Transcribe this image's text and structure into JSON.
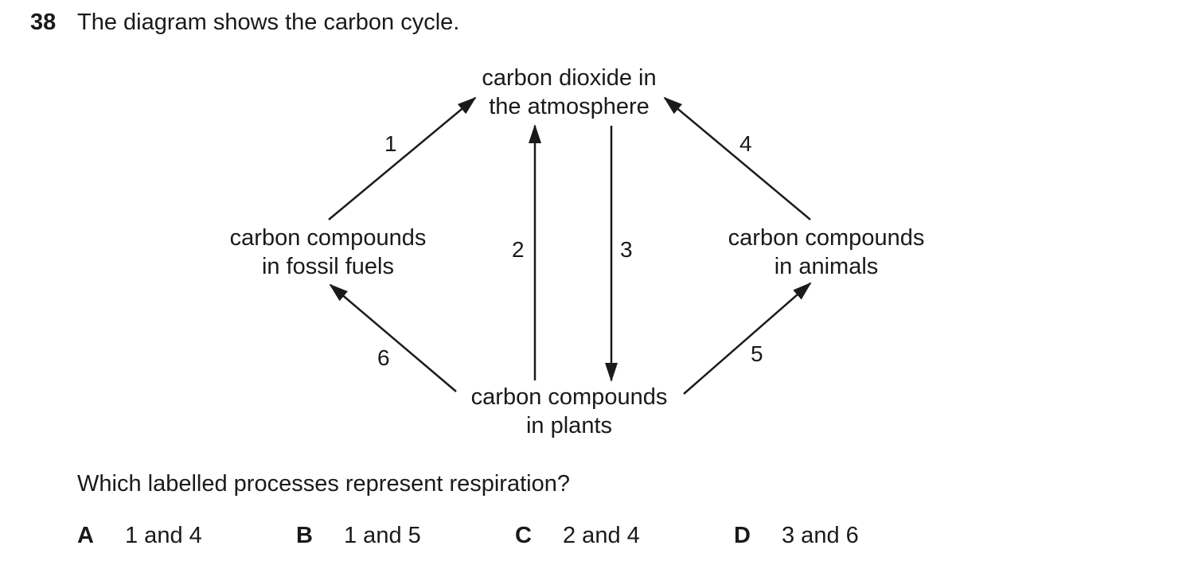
{
  "question": {
    "number": "38",
    "text": "The diagram shows the carbon cycle."
  },
  "diagram": {
    "nodes": {
      "atmosphere": {
        "line1": "carbon dioxide in",
        "line2": "the atmosphere"
      },
      "fossil_fuels": {
        "line1": "carbon compounds",
        "line2": "in fossil fuels"
      },
      "animals": {
        "line1": "carbon compounds",
        "line2": "in animals"
      },
      "plants": {
        "line1": "carbon compounds",
        "line2": "in plants"
      }
    },
    "arrows": [
      {
        "label": "1",
        "from": "fossil_fuels",
        "to": "atmosphere"
      },
      {
        "label": "2",
        "from": "plants",
        "to": "atmosphere"
      },
      {
        "label": "3",
        "from": "atmosphere",
        "to": "plants"
      },
      {
        "label": "4",
        "from": "animals",
        "to": "atmosphere"
      },
      {
        "label": "5",
        "from": "plants",
        "to": "animals"
      },
      {
        "label": "6",
        "from": "plants",
        "to": "fossil_fuels"
      }
    ],
    "arrow_color": "#1a1a1a"
  },
  "prompt": "Which labelled processes represent respiration?",
  "options": [
    {
      "letter": "A",
      "text": "1 and 4"
    },
    {
      "letter": "B",
      "text": "1 and 5"
    },
    {
      "letter": "C",
      "text": "2 and 4"
    },
    {
      "letter": "D",
      "text": "3 and 6"
    }
  ]
}
